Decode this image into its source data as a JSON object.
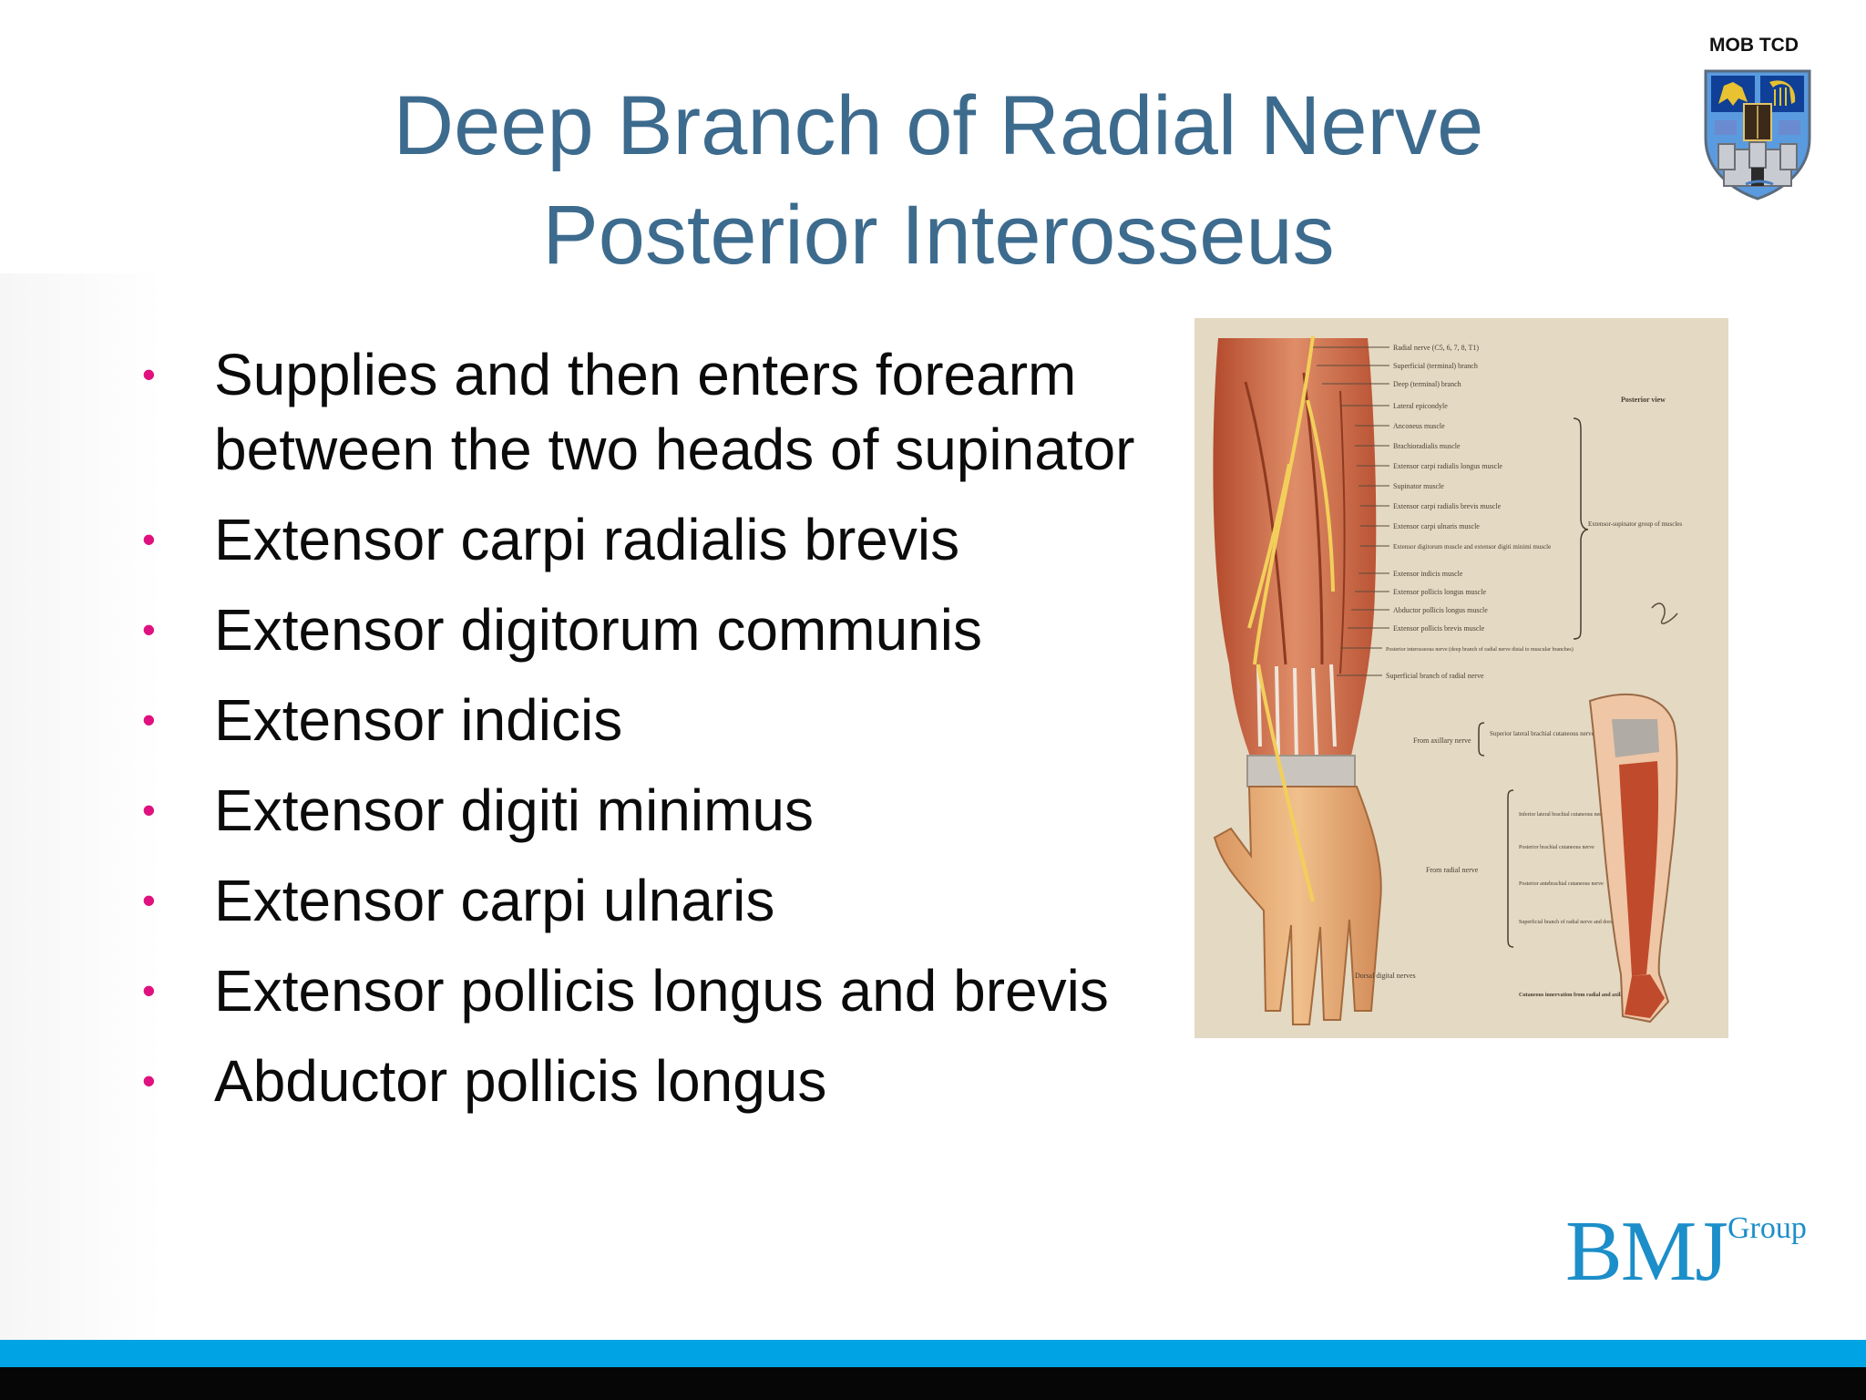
{
  "slide": {
    "title_line1": "Deep Branch of Radial Nerve",
    "title_line2": "Posterior Interosseus",
    "corner_tag": "MOB TCD",
    "bullets": [
      {
        "text": "Supplies and then enters forearm between the two heads of supinator"
      },
      {
        "text": "Extensor carpi radialis brevis"
      },
      {
        "text": "Extensor digitorum communis"
      },
      {
        "text": "Extensor indicis"
      },
      {
        "text": "Extensor digiti minimus"
      },
      {
        "text": "Extensor carpi ulnaris"
      },
      {
        "text": "Extensor pollicis longus and brevis"
      },
      {
        "text": "Abductor pollicis longus"
      }
    ],
    "bullet_glyph": "•",
    "figure_labels": {
      "header": "Posterior view",
      "main": [
        "Radial nerve (C5, 6, 7, 8, T1)",
        "Superficial (terminal) branch",
        "Deep (terminal) branch",
        "Lateral epicondyle",
        "Anconeus muscle",
        "Brachioradialis muscle",
        "Extensor carpi radialis longus muscle",
        "Supinator muscle",
        "Extensor carpi radialis brevis muscle",
        "Extensor carpi ulnaris muscle",
        "Extensor digitorum muscle and extensor digiti minimi muscle",
        "Extensor indicis muscle",
        "Extensor pollicis longus muscle",
        "Abductor pollicis longus muscle",
        "Extensor pollicis brevis muscle",
        "Posterior interosseous nerve (deep branch of radial nerve distal to muscular branches)",
        "Superficial branch of radial nerve"
      ],
      "group_label": "Extensor-supinator group of muscles",
      "axillary": "From axillary nerve",
      "axillary_branch": "Superior lateral brachial cutaneous nerve",
      "radial": "From radial nerve",
      "radial_branches": [
        "Inferior lateral brachial cutaneous nerve",
        "Posterior brachial cutaneous nerve",
        "Posterior antebrachial cutaneous nerve",
        "Superficial branch of radial nerve and dorsal digital branches"
      ],
      "dorsal_digital": "Dorsal digital nerves",
      "caption": "Cutaneous innervation from radial and axillary nerves"
    },
    "logo": {
      "main": "BMJ",
      "suffix": "Group"
    },
    "colors": {
      "title": "#3d6b8e",
      "bullet_marker": "#e0117f",
      "bottom_bar_blue": "#00a4e4",
      "bottom_bar_black": "#060606",
      "logo": "#1c8ec9"
    }
  }
}
